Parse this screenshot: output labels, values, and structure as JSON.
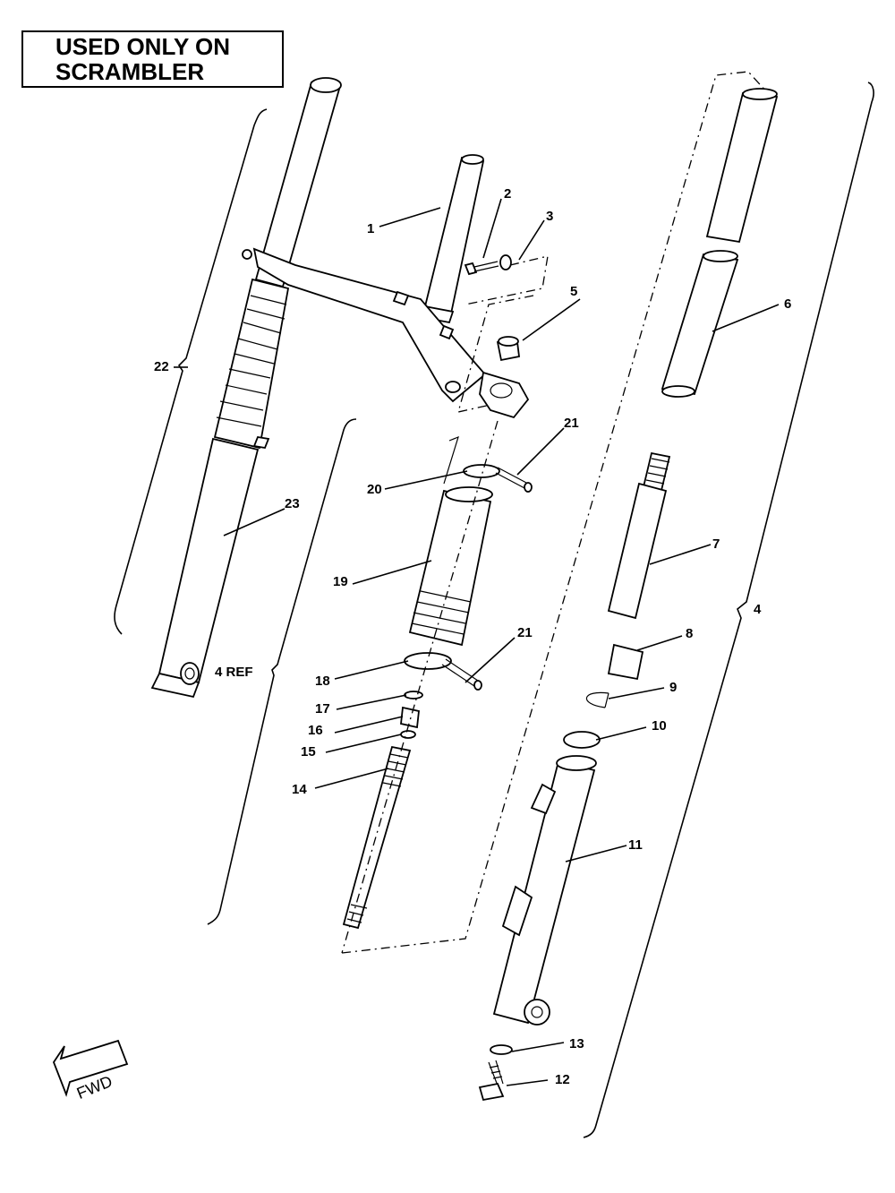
{
  "note": {
    "line1": "USED ONLY ON",
    "line2": "SCRAMBLER"
  },
  "fwd": {
    "label": "FWD"
  },
  "callouts": {
    "c1": "1",
    "c2": "2",
    "c3": "3",
    "c4": "4",
    "c4ref": "4 REF",
    "c5": "5",
    "c6": "6",
    "c7": "7",
    "c8": "8",
    "c9": "9",
    "c10": "10",
    "c11": "11",
    "c12": "12",
    "c13": "13",
    "c14": "14",
    "c15": "15",
    "c16": "16",
    "c17": "17",
    "c18": "18",
    "c19": "19",
    "c20": "20",
    "c21a": "21",
    "c21b": "21",
    "c22": "22",
    "c23": "23"
  }
}
